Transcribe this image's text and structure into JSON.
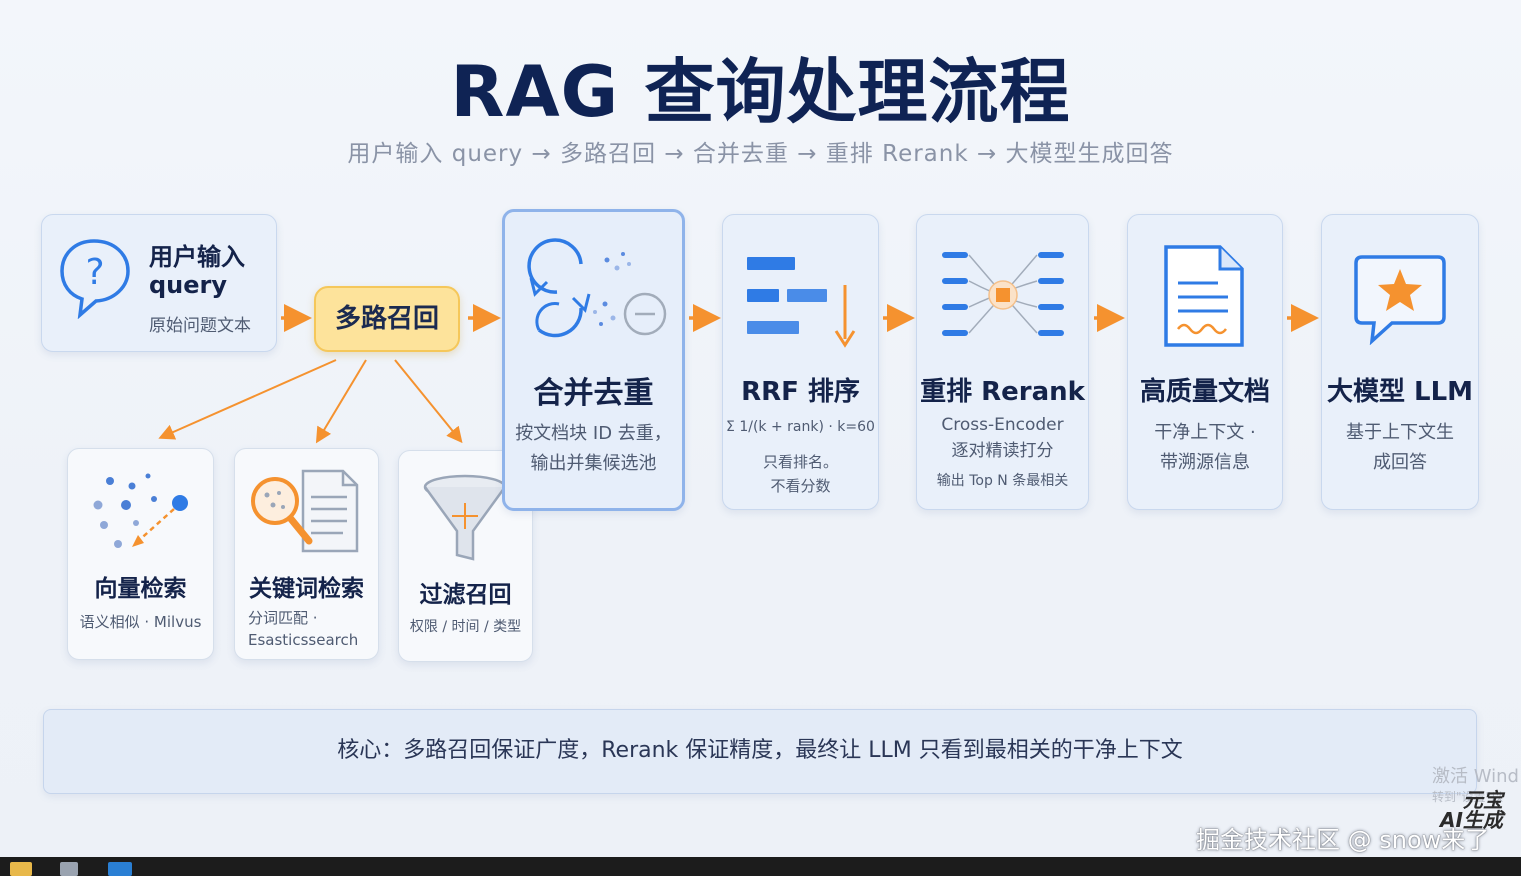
{
  "title": "RAG 查询处理流程",
  "subtitle": "用户输入 query → 多路召回 → 合并去重 → 重排 Rerank → 大模型生成回答",
  "user_input": {
    "title_line1": "用户输入",
    "title_line2": "query",
    "desc": "原始问题文本",
    "icon": "question-bubble-icon"
  },
  "multi_recall": {
    "label": "多路召回"
  },
  "recall_cards": [
    {
      "title": "向量检索",
      "desc_line1": "语义相似 · Milvus",
      "desc_line2": "",
      "icon": "vector-dots-icon"
    },
    {
      "title": "关键词检索",
      "desc_line1": "分词匹配 ·",
      "desc_line2": "Esasticssearch",
      "icon": "magnifier-document-icon"
    },
    {
      "title": "过滤召回",
      "desc_line1": "权限 / 时间 / 类型",
      "desc_line2": "",
      "icon": "funnel-icon"
    }
  ],
  "steps": [
    {
      "title": "合并去重",
      "desc_line1": "按文档块 ID 去重，",
      "desc_line2": "输出并集候选池",
      "desc_line3": "",
      "icon": "merge-cycle-icon"
    },
    {
      "title": "RRF 排序",
      "desc_line1": "Σ 1/(k + rank) · k=60",
      "desc_line2": "只看排名。",
      "desc_line3": "不看分数",
      "icon": "ranking-bars-icon"
    },
    {
      "title": "重排 Rerank",
      "desc_line1": "Cross-Encoder",
      "desc_line2": "逐对精读打分",
      "desc_line3": "输出 Top N 条最相关",
      "icon": "cross-encoder-icon"
    },
    {
      "title": "高质量文档",
      "desc_line1": "干净上下文 ·",
      "desc_line2": "带溯源信息",
      "desc_line3": "",
      "icon": "document-icon"
    },
    {
      "title": "大模型 LLM",
      "desc_line1": "基于上下文生",
      "desc_line2": "成回答",
      "desc_line3": "",
      "icon": "star-bubble-icon"
    }
  ],
  "core_note": "核心：多路召回保证广度，Rerank 保证精度，最终让 LLM 只看到最相关的干净上下文",
  "watermark": "掘金技术社区 @ snow来了",
  "ai_badge_line1": "元宝",
  "ai_badge_line2": "AI生成",
  "windows_activation_line1": "激活 Wind",
  "windows_activation_line2": "转到\"设置\"以",
  "colors": {
    "accent_blue": "#2f7be5",
    "arrow_orange": "#f5922f",
    "title_navy": "#0f2354",
    "pill_yellow": "#fde39b"
  }
}
